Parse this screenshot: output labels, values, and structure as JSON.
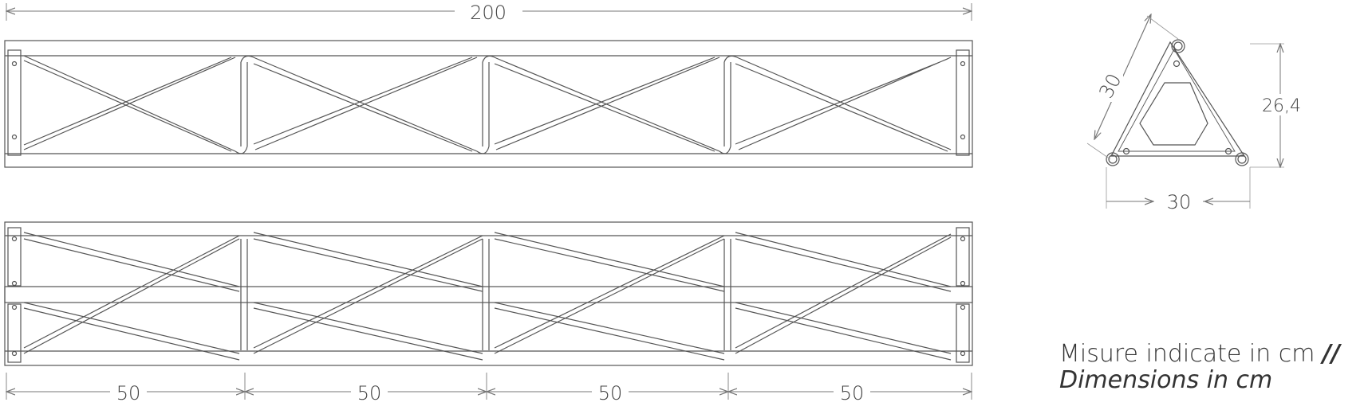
{
  "dimensions": {
    "overall_length": "200",
    "module_1": "50",
    "module_2": "50",
    "module_3": "50",
    "module_4": "50",
    "triangle_side": "30",
    "triangle_height": "26,4",
    "triangle_base": "30"
  },
  "caption": {
    "line1": "Misure indicate in cm",
    "separator": "//",
    "line2": "Dimensions in cm"
  },
  "colors": {
    "line": "#555555",
    "dim": "#777777",
    "text": "#444444"
  }
}
